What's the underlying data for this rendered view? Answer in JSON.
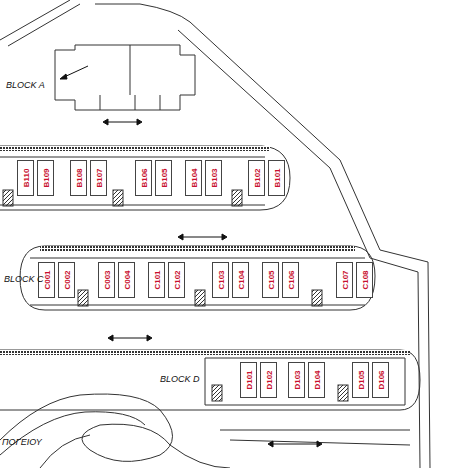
{
  "diagram": {
    "nodes": [
      {
        "text": [
          "B110"
        ]
      },
      {
        "text": [
          "B109"
        ]
      },
      {
        "text": [
          "B108"
        ]
      },
      {
        "text": [
          "B107"
        ]
      },
      {
        "text": [
          "B106"
        ]
      },
      {
        "text": [
          "B105"
        ]
      },
      {
        "text": [
          "B104"
        ]
      },
      {
        "text": [
          "B103"
        ]
      },
      {
        "text": [
          "B102"
        ]
      },
      {
        "text": [
          "B101"
        ]
      },
      {
        "text": [
          "C001"
        ]
      },
      {
        "text": [
          "C002"
        ]
      },
      {
        "text": [
          "C003"
        ]
      },
      {
        "text": [
          "C004"
        ]
      },
      {
        "text": [
          "C101"
        ]
      },
      {
        "text": [
          "C102"
        ]
      },
      {
        "text": [
          "C103"
        ]
      },
      {
        "text": [
          "C104"
        ]
      },
      {
        "text": [
          "C105"
        ]
      },
      {
        "text": [
          "C106"
        ]
      },
      {
        "text": [
          "C107"
        ]
      },
      {
        "text": [
          "C108"
        ]
      },
      {
        "text": [
          "D101"
        ]
      },
      {
        "text": [
          "D102"
        ]
      },
      {
        "text": [
          "D103"
        ]
      },
      {
        "text": [
          "D104"
        ]
      },
      {
        "text": [
          "D105"
        ]
      },
      {
        "text": [
          "D106"
        ]
      }
    ],
    "labels": [
      "BLOCK A",
      "BLOCK C",
      "BLOCK D",
      "ΠΟΓΕΙΟΥ"
    ]
  }
}
